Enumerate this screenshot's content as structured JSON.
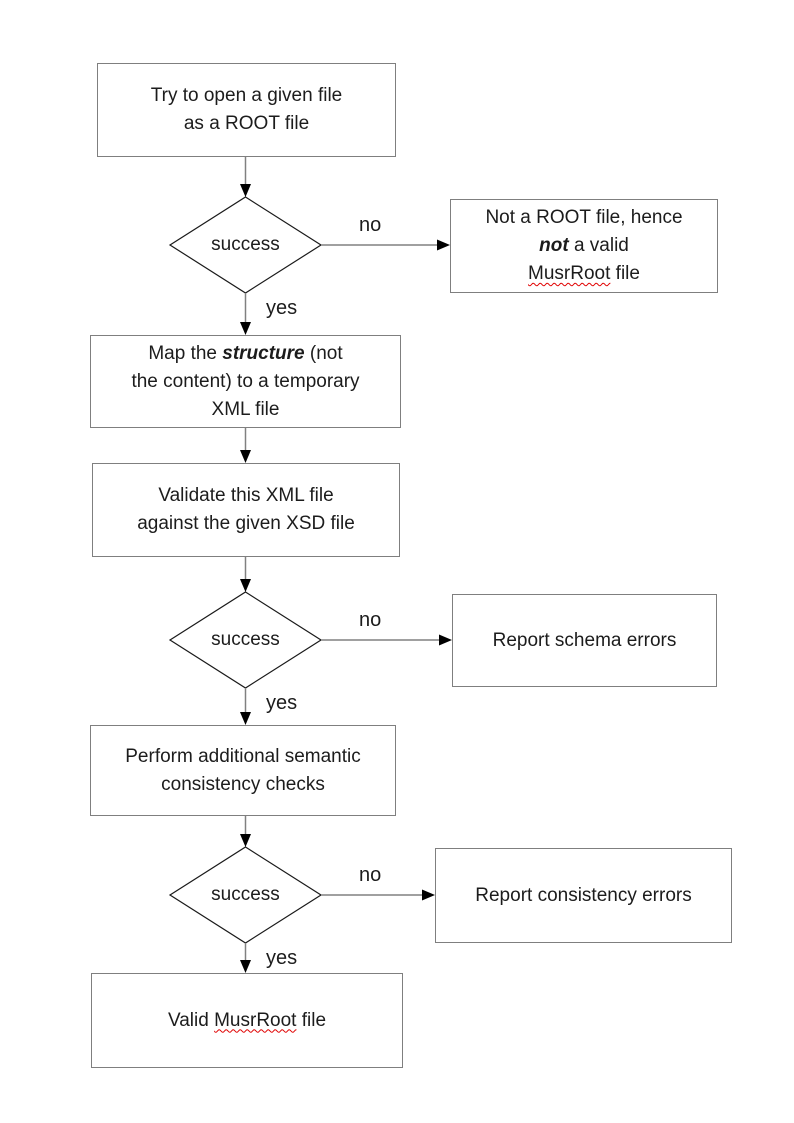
{
  "colors": {
    "background": "#ffffff",
    "box_border": "#7f7f7f",
    "connector_line": "#808080",
    "diamond_border": "#1a1a1a",
    "arrowhead": "#000000",
    "text": "#1c1c1c",
    "spellcheck_squiggle": "#e00000"
  },
  "nodes": {
    "open_file": {
      "lines": [
        "Try to open a given file",
        "as a ROOT file"
      ]
    },
    "decision": {
      "label": "success"
    },
    "not_root_file": {
      "line1": "Not a ROOT file, hence",
      "line2_bold_italic": "not",
      "line2_rest": " a valid",
      "line3_misspelled": "MusrRoot",
      "line3_rest": " file"
    },
    "map_structure": {
      "line1_pre": "Map the ",
      "line1_bold_italic": "structure",
      "line1_post": " (not",
      "line2": "the content) to a temporary",
      "line3": "XML file"
    },
    "validate_xml": {
      "lines": [
        "Validate this XML file",
        "against the given XSD file"
      ]
    },
    "report_schema": {
      "label": "Report schema errors"
    },
    "semantic_checks": {
      "lines": [
        "Perform additional semantic",
        "consistency checks"
      ]
    },
    "report_consistency": {
      "label": "Report consistency errors"
    },
    "valid_file": {
      "pre": "Valid ",
      "misspelled": "MusrRoot",
      "post": " file"
    }
  },
  "edge_labels": {
    "no": "no",
    "yes": "yes"
  }
}
